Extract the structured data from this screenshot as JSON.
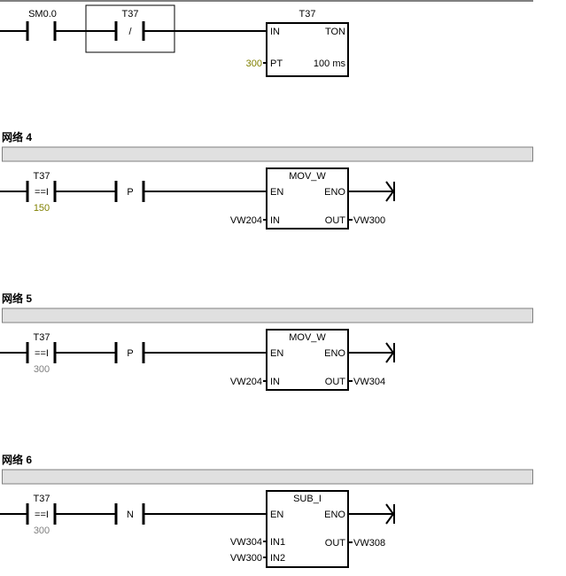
{
  "networks": [
    {
      "label": "",
      "contacts": [
        {
          "operand": "SM0.0",
          "type": ""
        },
        {
          "operand": "T37",
          "type": "/"
        }
      ],
      "box": {
        "title": "T37",
        "type": "TON",
        "in_pins": [
          "IN",
          "PT"
        ],
        "in_values": [
          "",
          "300"
        ],
        "timebase": "100 ms"
      }
    },
    {
      "label": "网络 4",
      "contacts": [
        {
          "operand": "T37",
          "type": "==I",
          "value": "150"
        },
        {
          "type": "P"
        }
      ],
      "box": {
        "title": "MOV_W",
        "en": "EN",
        "eno": "ENO",
        "in": "IN",
        "in_value": "VW204",
        "out": "OUT",
        "out_value": "VW300"
      }
    },
    {
      "label": "网络 5",
      "contacts": [
        {
          "operand": "T37",
          "type": "==I",
          "value": "300"
        },
        {
          "type": "P"
        }
      ],
      "box": {
        "title": "MOV_W",
        "en": "EN",
        "eno": "ENO",
        "in": "IN",
        "in_value": "VW204",
        "out": "OUT",
        "out_value": "VW304"
      }
    },
    {
      "label": "网络 6",
      "contacts": [
        {
          "operand": "T37",
          "type": "==I",
          "value": "300"
        },
        {
          "type": "N"
        }
      ],
      "box": {
        "title": "SUB_I",
        "en": "EN",
        "eno": "ENO",
        "in1": "IN1",
        "in1_value": "VW304",
        "in2": "IN2",
        "in2_value": "VW300",
        "out": "OUT",
        "out_value": "VW308"
      }
    }
  ]
}
